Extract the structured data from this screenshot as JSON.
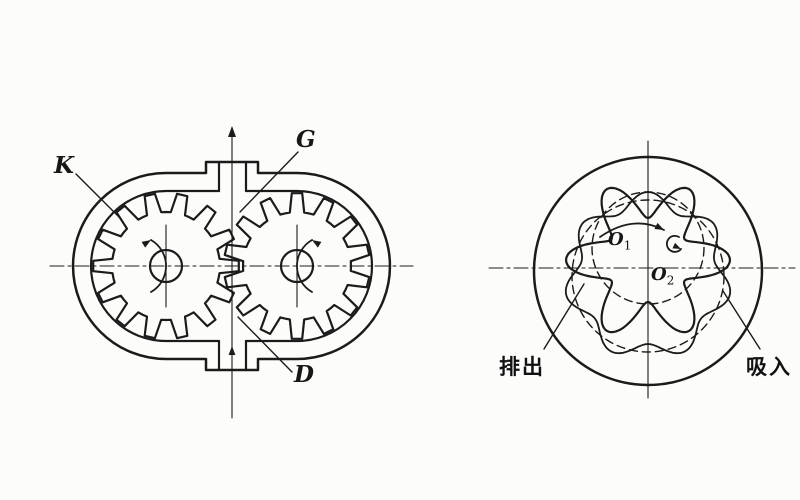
{
  "figures": {
    "gear_pump": {
      "labels": {
        "casing": "K",
        "gear": "G",
        "port": "D"
      }
    },
    "gerotor": {
      "labels": {
        "center1": {
          "main": "O",
          "sub": "1"
        },
        "center2": {
          "main": "O",
          "sub": "2"
        },
        "discharge": "排出",
        "suction": "吸入"
      }
    }
  },
  "colors": {
    "ink": "#1b1b1b",
    "paper": "#fcfcfa"
  }
}
